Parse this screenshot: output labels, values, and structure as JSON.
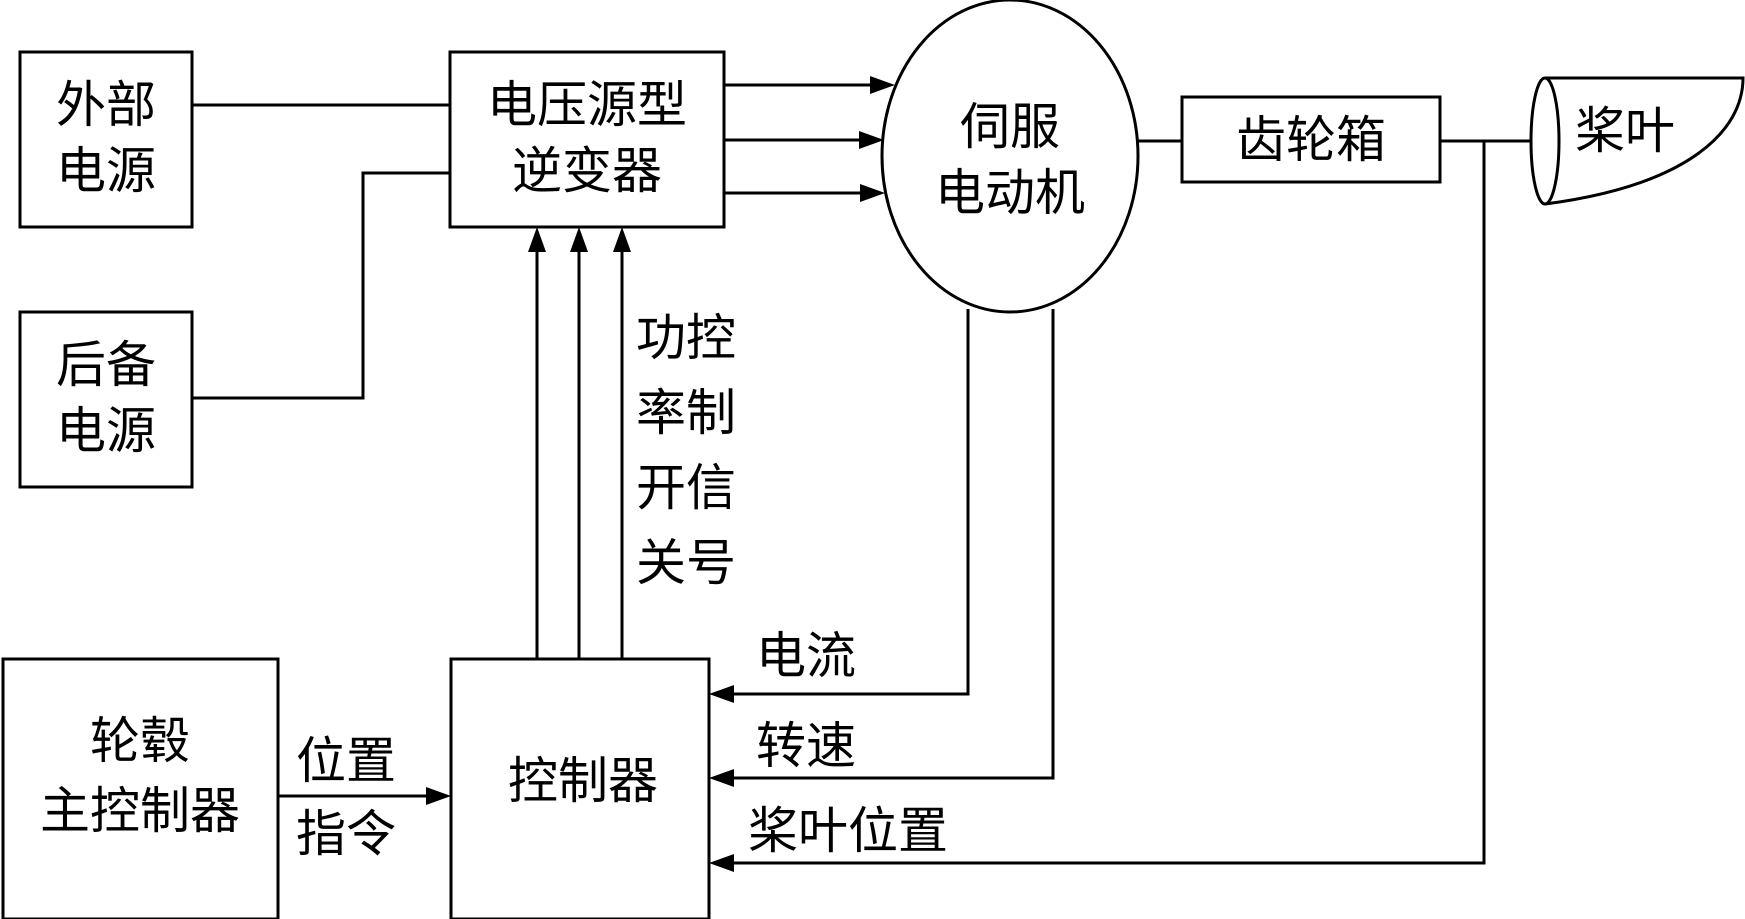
{
  "nodes": {
    "external_power": {
      "line1": "外部",
      "line2": "电源"
    },
    "backup_power": {
      "line1": "后备",
      "line2": "电源"
    },
    "inverter": {
      "line1": "电压源型",
      "line2": "逆变器"
    },
    "servo_motor": {
      "line1": "伺服",
      "line2": "电动机"
    },
    "gearbox": {
      "label": "齿轮箱"
    },
    "blade": {
      "label": "桨叶"
    },
    "hub_controller": {
      "line1": "轮毂",
      "line2": "主控制器"
    },
    "controller": {
      "label": "控制器"
    }
  },
  "signals": {
    "pwm_chars": [
      "功控",
      "率制",
      "开信",
      "关号"
    ],
    "position_command": {
      "line1": "位置",
      "line2": "指令"
    },
    "current": "电流",
    "speed": "转速",
    "blade_position": "桨叶位置"
  }
}
